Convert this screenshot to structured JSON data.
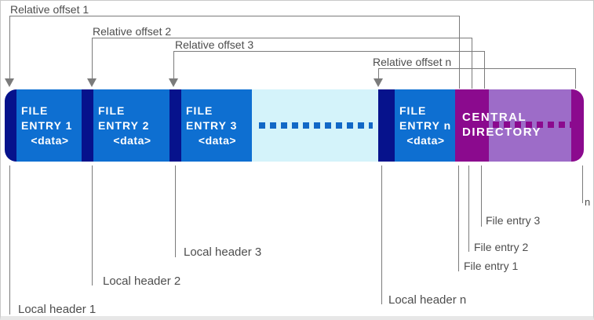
{
  "offsets": [
    {
      "label": "Relative offset 1"
    },
    {
      "label": "Relative offset 2"
    },
    {
      "label": "Relative offset 3"
    },
    {
      "label": "Relative offset n"
    }
  ],
  "bar": {
    "file_entries": [
      {
        "line1": "FILE",
        "line2": "ENTRY 1",
        "data": "<data>"
      },
      {
        "line1": "FILE",
        "line2": "ENTRY 2",
        "data": "<data>"
      },
      {
        "line1": "FILE",
        "line2": "ENTRY 3",
        "data": "<data>"
      },
      {
        "line1": "FILE",
        "line2": "ENTRY n",
        "data": "<data>"
      }
    ],
    "central_directory": {
      "line1": "CENTRAL",
      "line2": "DIRECTORY"
    }
  },
  "bottom_labels": {
    "local_headers": [
      "Local header 1",
      "Local header 2",
      "Local header 3",
      "Local header n"
    ],
    "file_entries": [
      "File entry 1",
      "File entry 2",
      "File entry 3"
    ],
    "end_marker": "n"
  },
  "colors": {
    "navy": "#06128C",
    "blue": "#0E6FD1",
    "cyan": "#D4F3FA",
    "dot_blue": "#1268C6",
    "dark_magenta": "#8B0A8E",
    "light_purple": "#9D6CC8",
    "dot_magenta": "#8B0A8E",
    "line_gray": "#7B7B7B",
    "label_gray": "#4D4D4D",
    "text_white": "#FFFFFF",
    "background": "#FFFFFF"
  }
}
